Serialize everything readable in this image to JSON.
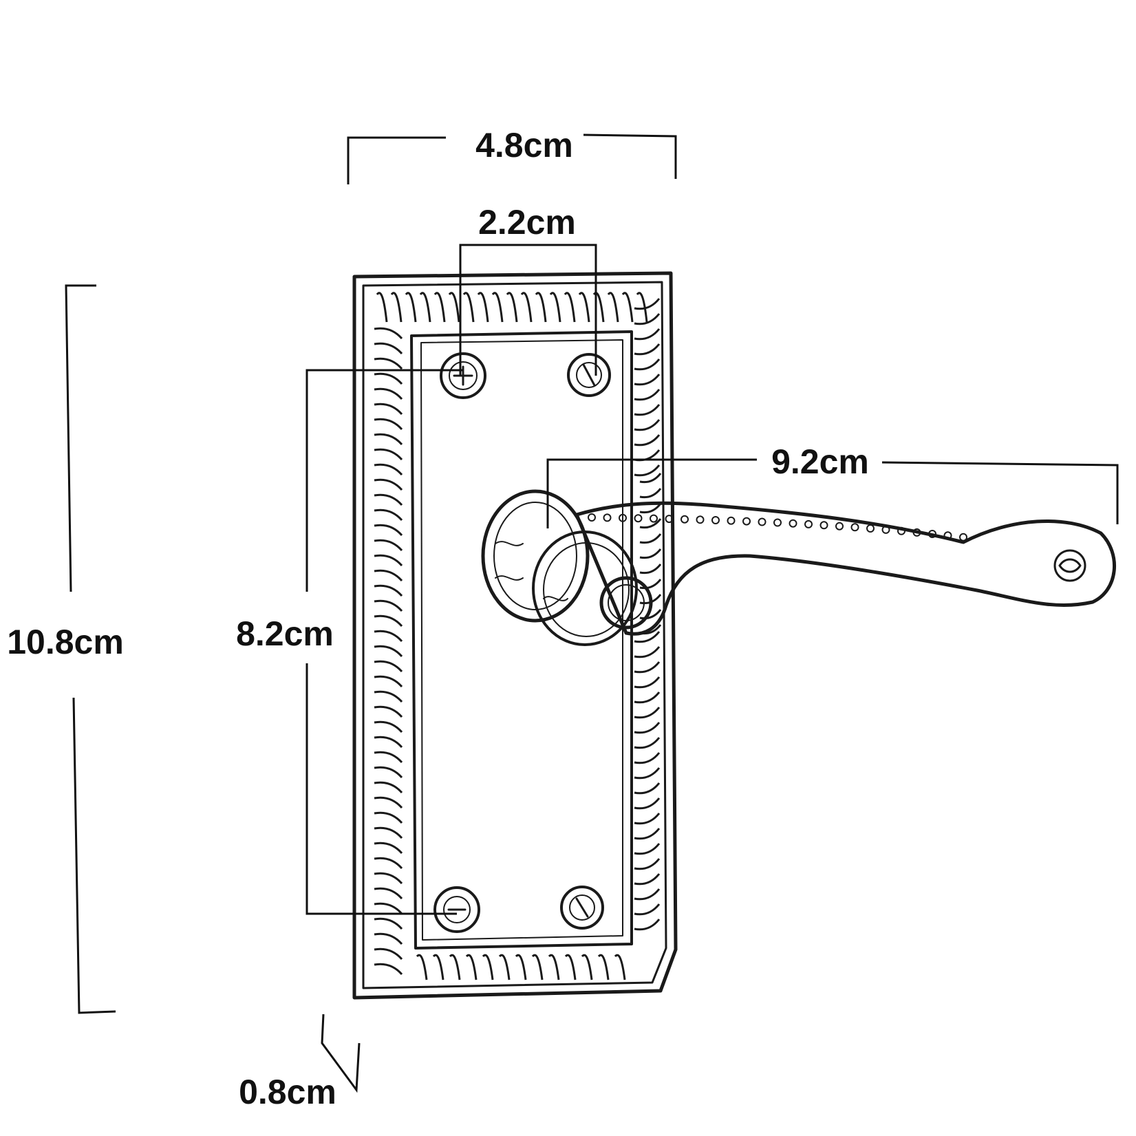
{
  "diagram": {
    "subject": "door-lever-handle-on-backplate",
    "ink_color": "#1a1a1a",
    "background_color": "#ffffff",
    "dimensions": {
      "overall_width": "4.8cm",
      "fixing_hole_spacing_horizontal": "2.2cm",
      "lever_length": "9.2cm",
      "overall_height": "10.8cm",
      "fixing_hole_spacing_vertical": "8.2cm",
      "plate_thickness": "0.8cm"
    }
  }
}
